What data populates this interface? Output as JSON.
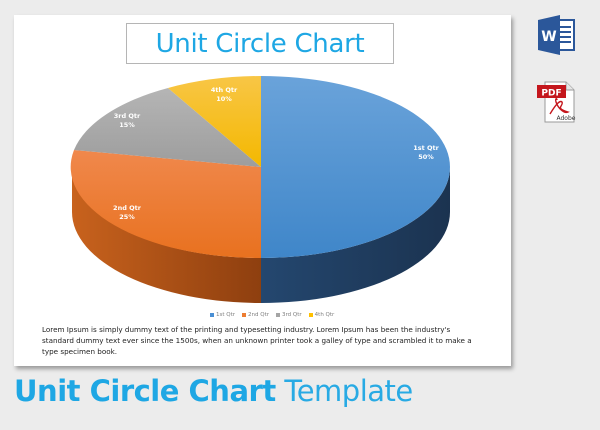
{
  "document": {
    "chart_title": "Unit Circle Chart",
    "body_text": "Lorem Ipsum is simply dummy text of the printing and typesetting industry. Lorem Ipsum has been the industry's standard dummy text ever since the 1500s, when an unknown printer took a galley of type and scrambled it to make a type specimen book."
  },
  "footer": {
    "title_bold": "Unit Circle Chart",
    "title_light": "Template"
  },
  "icons": {
    "word": {
      "name": "word-document-icon",
      "letter": "W",
      "color": "#2b579a"
    },
    "pdf": {
      "name": "pdf-adobe-icon",
      "badge": "PDF",
      "caption": "Adobe",
      "color": "#c4161c"
    }
  },
  "colors": {
    "accent": "#1ea7e4",
    "q1": "#4a8fd4",
    "q2": "#ed7d31",
    "q3": "#a5a5a5",
    "q4": "#ffc000",
    "background": "#ececec"
  },
  "chart_data": {
    "type": "pie",
    "style": "3d",
    "title": "Unit Circle Chart",
    "categories": [
      "1st Qtr",
      "2nd Qtr",
      "3rd Qtr",
      "4th Qtr"
    ],
    "values": [
      50,
      25,
      15,
      10
    ],
    "unit": "%",
    "data_labels": [
      "1st Qtr 50%",
      "2nd Qtr 25%",
      "3rd Qtr 15%",
      "4th Qtr 10%"
    ],
    "legend": {
      "position": "bottom",
      "entries": [
        "1st Qtr",
        "2nd Qtr",
        "3rd Qtr",
        "4th Qtr"
      ]
    },
    "labels": [
      {
        "name": "1st Qtr",
        "pct": "50%"
      },
      {
        "name": "2nd Qtr",
        "pct": "25%"
      },
      {
        "name": "3rd Qtr",
        "pct": "15%"
      },
      {
        "name": "4th Qtr",
        "pct": "10%"
      }
    ]
  }
}
